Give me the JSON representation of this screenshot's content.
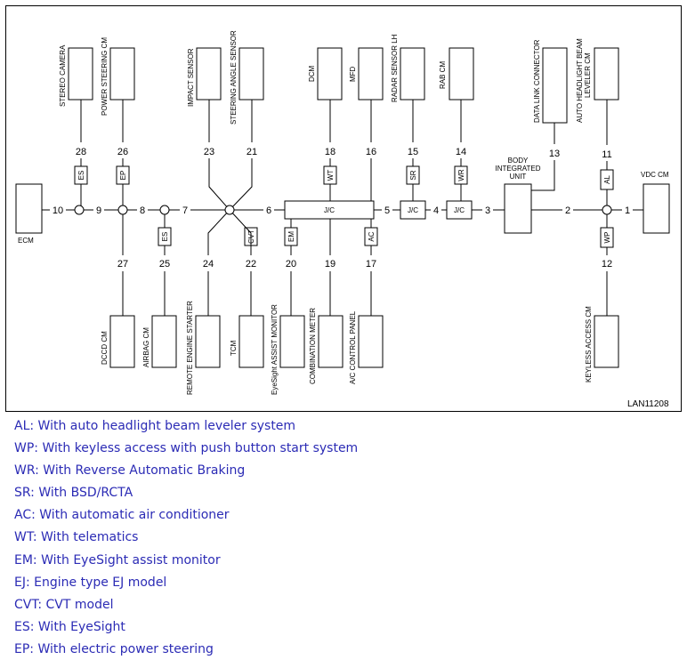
{
  "diagram_code": "LAN11208",
  "modules": {
    "ecm": "ECM",
    "vdc_cm": "VDC CM",
    "body_integrated_unit": [
      "BODY",
      "INTEGRATED",
      "UNIT"
    ],
    "stereo_camera": "STEREO CAMERA",
    "power_steering_cm": "POWER STEERING CM",
    "impact_sensor": "IMPACT SENSOR",
    "steering_angle_sensor": "STEERING ANGLE SENSOR",
    "dcm": "DCM",
    "mfd": "MFD",
    "radar_sensor_lh": "RADAR SENSOR LH",
    "rab_cm": "RAB CM",
    "data_link_connector": "DATA LINK CONNECTOR",
    "auto_headlight_leveler_cm": [
      "AUTO HEADLIGHT BEAM",
      "LEVELER CM"
    ],
    "dccd_cm": "DCCD CM",
    "airbag_cm": "AIRBAG CM",
    "remote_engine_starter": "REMOTE ENGINE STARTER",
    "tcm": "TCM",
    "eyesight_assist_monitor": "EyeSight ASSIST MONITOR",
    "combination_meter": "COMBINATION METER",
    "ac_control_panel": "A/C CONTROL PANEL"
  },
  "junctions": {
    "jc_main": "J/C",
    "jc_sr": "J/C",
    "jc_wr": "J/C"
  },
  "tags": {
    "es_top": "ES",
    "ep": "EP",
    "es_bottom": "ES",
    "cvt": "CVT",
    "wt": "WT",
    "em": "EM",
    "ac": "AC",
    "sr": "SR",
    "wr": "WR",
    "al": "AL",
    "wp": "WP"
  },
  "numbers": {
    "n1": "1",
    "n2": "2",
    "n3": "3",
    "n4": "4",
    "n5": "5",
    "n6": "6",
    "n7": "7",
    "n8": "8",
    "n9": "9",
    "n10": "10",
    "n11": "11",
    "n12": "12",
    "n13": "13",
    "n14": "14",
    "n15": "15",
    "n16": "16",
    "n17": "17",
    "n18": "18",
    "n19": "19",
    "n20": "20",
    "n21": "21",
    "n22": "22",
    "n23": "23",
    "n24": "24",
    "n25": "25",
    "n26": "26",
    "n27": "27",
    "n28": "28"
  },
  "legend": [
    "AL: With auto headlight beam leveler system",
    "WP: With keyless access with push button start system",
    "WR: With Reverse Automatic Braking",
    "SR: With BSD/RCTA",
    "AC: With automatic air conditioner",
    "WT: With telematics",
    "EM: With EyeSight assist monitor",
    "EJ: Engine type EJ model",
    "CVT: CVT model",
    "ES: With EyeSight",
    "EP: With electric power steering"
  ],
  "colors": {
    "legend_text": "#2b2bb5",
    "lines": "#000000"
  }
}
